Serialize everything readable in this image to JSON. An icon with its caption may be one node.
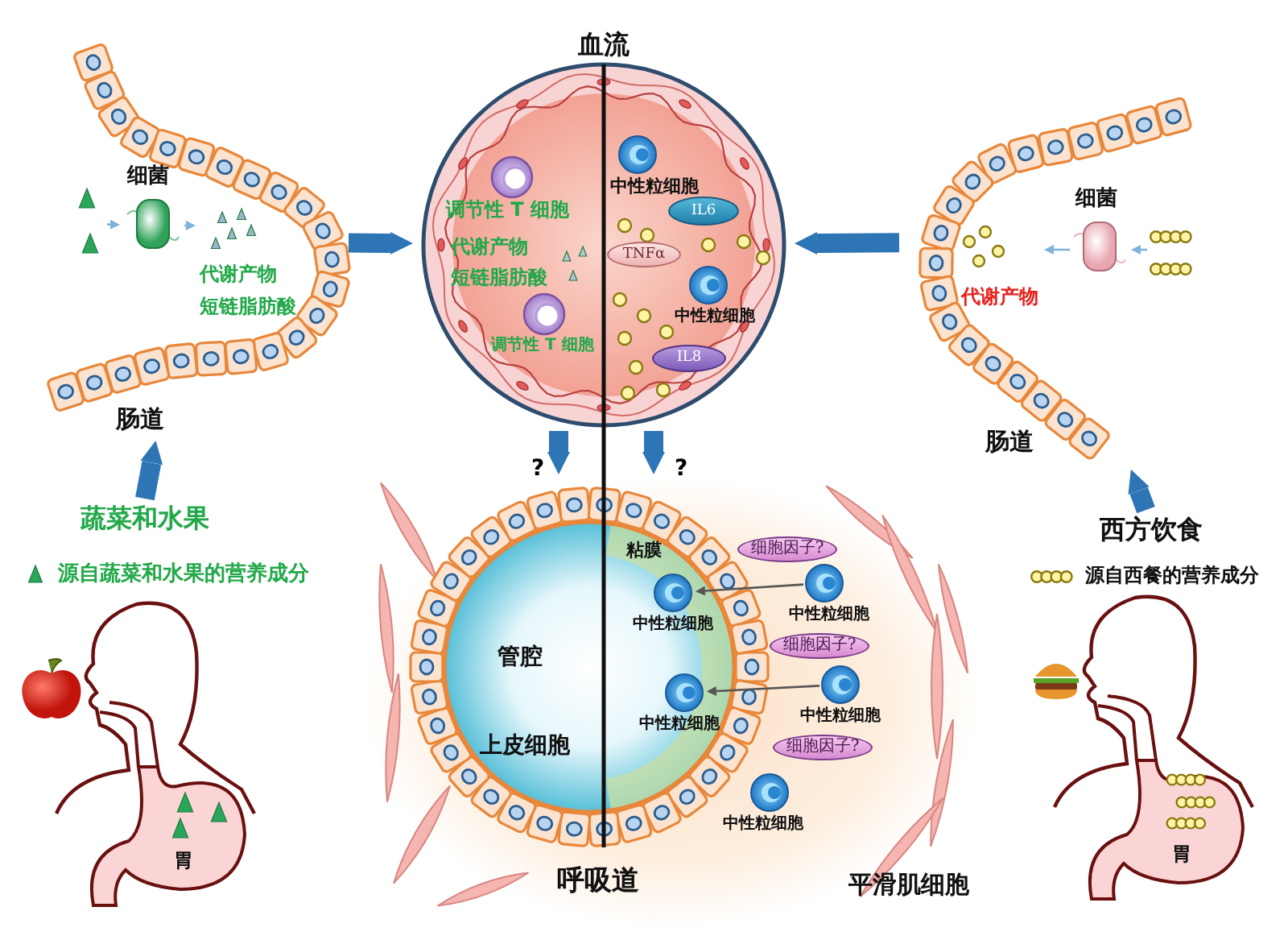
{
  "diagram": {
    "nodes": [
      {
        "text": [
          "肠道"
        ]
      },
      {
        "text": [],
        "shape": "picture",
        "in": 0
      },
      {
        "text": [
          "细菌"
        ],
        "in": 0
      },
      {
        "text": [
          "代谢产物",
          "短链脂肪酸"
        ],
        "in": 0
      },
      {
        "text": [
          "蔬菜和水果"
        ]
      },
      {
        "text": [
          "血流"
        ]
      },
      {
        "text": [
          "调节性 T 细胞"
        ],
        "in": 5
      },
      {
        "text": [
          "代谢产物",
          "短链脂肪酸"
        ],
        "in": 5
      },
      {
        "text": [
          "调节性 T 细胞"
        ],
        "in": 5
      },
      {
        "text": [
          "中性粒细胞"
        ],
        "in": 5
      },
      {
        "text": [
          "IL6"
        ],
        "in": 5
      },
      {
        "text": [
          "TNFα"
        ],
        "in": 5
      },
      {
        "text": [
          "中性粒细胞"
        ],
        "in": 5
      },
      {
        "text": [
          "IL8"
        ],
        "in": 5
      },
      {
        "text": [
          "肠道"
        ]
      },
      {
        "text": [
          "细菌"
        ],
        "in": 14
      },
      {
        "text": [],
        "shape": "picture",
        "in": 14
      },
      {
        "text": [
          "代谢产物"
        ],
        "in": 14
      },
      {
        "text": [
          "西方饮食"
        ]
      },
      {
        "text": [
          "呼吸道"
        ]
      },
      {
        "text": [
          "细胞因子?"
        ],
        "in": 19
      },
      {
        "text": [
          "中性粒细胞"
        ],
        "in": 19
      },
      {
        "text": [
          "中性粒细胞"
        ],
        "in": 19
      },
      {
        "text": [
          "细胞因子?"
        ],
        "in": 19
      },
      {
        "text": [
          "中性粒细胞"
        ],
        "in": 19
      },
      {
        "text": [
          "中性粒细胞"
        ],
        "in": 19
      },
      {
        "text": [
          "细胞因子?"
        ],
        "in": 19
      },
      {
        "text": [
          "中性粒细胞"
        ],
        "in": 19
      }
    ],
    "edges": [
      {
        "from": 4,
        "to": 0,
        "arrow": "to",
        "style": "thick"
      },
      {
        "from": 0,
        "to": 5,
        "arrow": "to",
        "style": "thick"
      },
      {
        "from": 18,
        "to": 14,
        "arrow": "to",
        "style": "thick"
      },
      {
        "from": 14,
        "to": 5,
        "arrow": "to",
        "style": "thick"
      },
      {
        "from": 5,
        "to": 19,
        "arrow": "to",
        "style": "thick",
        "label": "?"
      },
      {
        "from": 5,
        "to": 19,
        "arrow": "to",
        "style": "thick",
        "label": "?"
      },
      {
        "from": 1,
        "to": 2,
        "arrow": "to",
        "color": "#7fb3d9"
      },
      {
        "from": 2,
        "to": 3,
        "arrow": "to",
        "color": "#7fb3d9"
      },
      {
        "from": 16,
        "to": 15,
        "arrow": "to",
        "color": "#7fb3d9"
      },
      {
        "from": 15,
        "to": 17,
        "arrow": "to",
        "color": "#7fb3d9"
      },
      {
        "from": 22,
        "to": 21,
        "arrow": "to",
        "color": "#555555"
      },
      {
        "from": 25,
        "to": 24,
        "arrow": "to",
        "color": "#555555"
      }
    ],
    "labels": [
      "粘膜",
      "管腔",
      "上皮细胞",
      "胃",
      "胃",
      "平滑肌细胞"
    ],
    "legend": [
      {
        "text": "源自蔬菜和水果的营养成分"
      },
      {
        "text": "源自西餐的营养成分"
      }
    ]
  }
}
